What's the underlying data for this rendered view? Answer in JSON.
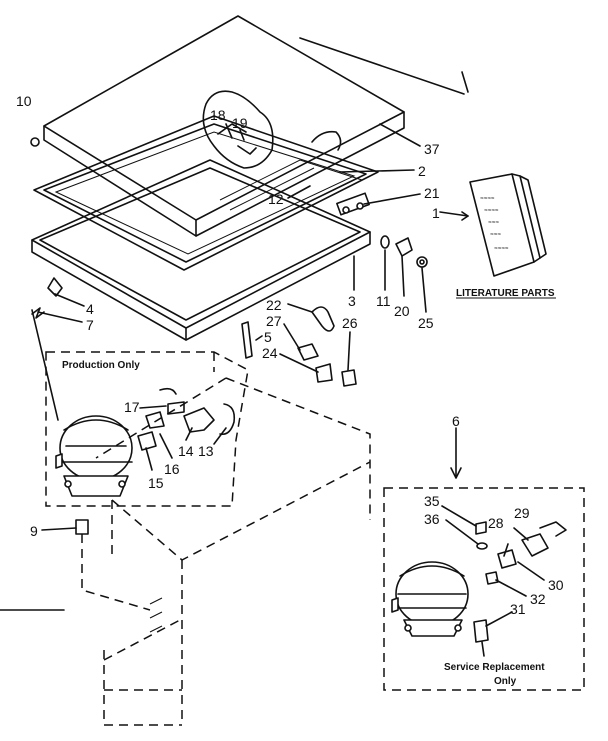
{
  "callouts": {
    "c1": "1",
    "c2": "2",
    "c3": "3",
    "c4": "4",
    "c5": "5",
    "c6": "6",
    "c7": "7",
    "c9": "9",
    "c10": "10",
    "c11": "11",
    "c12": "12",
    "c13": "13",
    "c14": "14",
    "c15": "15",
    "c16": "16",
    "c17": "17",
    "c18": "18",
    "c19": "19",
    "c20": "20",
    "c21": "21",
    "c22": "22",
    "c24": "24",
    "c25": "25",
    "c26": "26",
    "c27": "27",
    "c28": "28",
    "c29": "29",
    "c30": "30",
    "c31": "31",
    "c32": "32",
    "c35": "35",
    "c36": "36",
    "c37": "37"
  },
  "captions": {
    "literature_parts": "LITERATURE PARTS",
    "production_only": "Production Only",
    "service_replacement_line1": "Service Replacement",
    "service_replacement_line2": "Only"
  }
}
